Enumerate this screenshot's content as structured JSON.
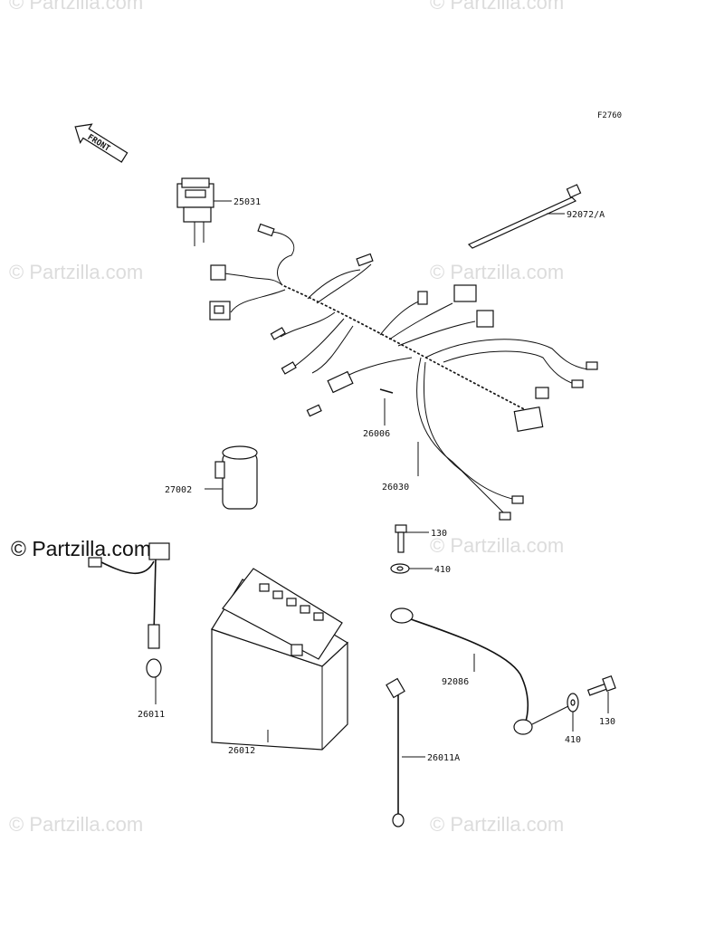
{
  "figure_code": "F2760",
  "front_arrow_label": "FRONT",
  "watermark_text": "© Partzilla.com",
  "parts": [
    {
      "id": "p25031",
      "label": "25031"
    },
    {
      "id": "p92072A",
      "label": "92072/A"
    },
    {
      "id": "p26006",
      "label": "26006"
    },
    {
      "id": "p26030",
      "label": "26030"
    },
    {
      "id": "p27002",
      "label": "27002"
    },
    {
      "id": "p130a",
      "label": "130"
    },
    {
      "id": "p410a",
      "label": "410"
    },
    {
      "id": "p92086",
      "label": "92086"
    },
    {
      "id": "p26011",
      "label": "26011"
    },
    {
      "id": "p26012",
      "label": "26012"
    },
    {
      "id": "p26011A",
      "label": "26011A"
    },
    {
      "id": "p410b",
      "label": "410"
    },
    {
      "id": "p130b",
      "label": "130"
    }
  ],
  "colors": {
    "line": "#111111",
    "watermark": "#dcdcdc",
    "background": "#ffffff"
  }
}
